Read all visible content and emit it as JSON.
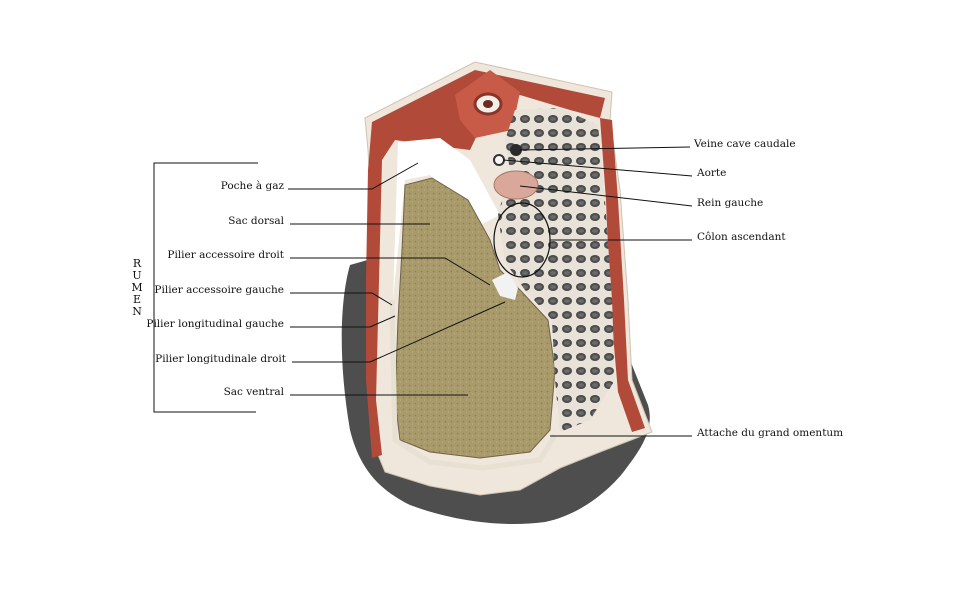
{
  "group_label": {
    "letters": [
      "R",
      "U",
      "M",
      "E",
      "N"
    ]
  },
  "labels_left": [
    {
      "id": "poche-a-gaz",
      "text": "Poche à gaz"
    },
    {
      "id": "sac-dorsal",
      "text": "Sac dorsal"
    },
    {
      "id": "pilier-accessoire-droit",
      "text": "Pilier accessoire droit"
    },
    {
      "id": "pilier-accessoire-gauche",
      "text": "Pilier accessoire gauche"
    },
    {
      "id": "pilier-longitudinal-gauche",
      "text": "Pilier longitudinal gauche"
    },
    {
      "id": "pilier-longitudinale-droit",
      "text": "Pilier longitudinale droit"
    },
    {
      "id": "sac-ventral",
      "text": "Sac ventral"
    }
  ],
  "labels_right": [
    {
      "id": "veine-cave-caudale",
      "text": "Veine cave caudale"
    },
    {
      "id": "aorte",
      "text": "Aorte"
    },
    {
      "id": "rein-gauche",
      "text": "Rein gauche"
    },
    {
      "id": "colon-ascendant",
      "text": "Côlon ascendant"
    },
    {
      "id": "attache-grand-omentum",
      "text": "Attache du grand omentum"
    }
  ],
  "colors": {
    "muscle": "#b24a3a",
    "fat": "#efe6dc",
    "rumen_content": "#a89a6a",
    "skin_outer": "#4a4a4a",
    "gas": "#ffffff"
  }
}
